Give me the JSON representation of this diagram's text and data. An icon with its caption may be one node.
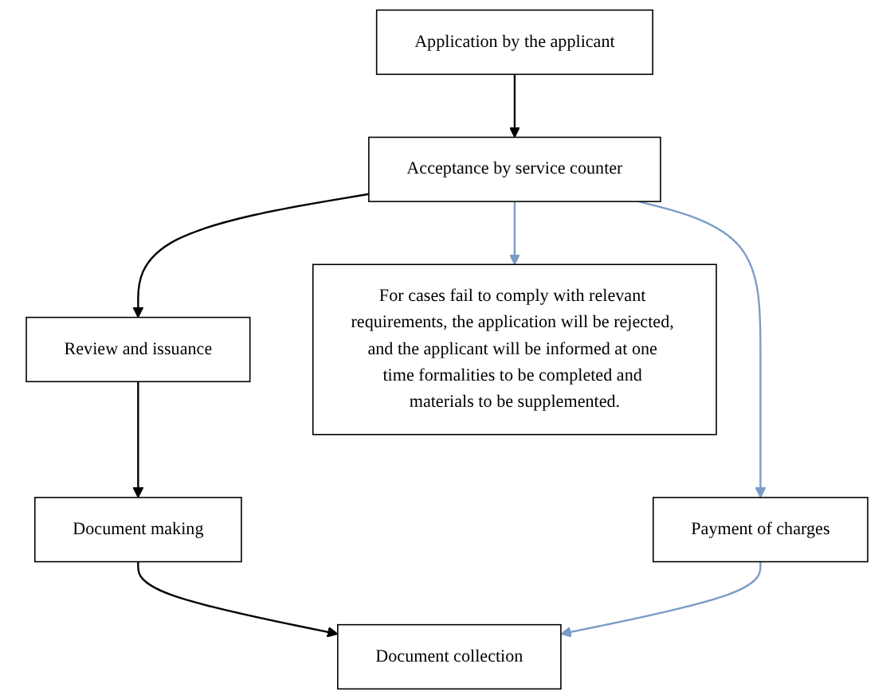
{
  "diagram": {
    "nodes": [
      {
        "text": [
          "Application by the applicant"
        ]
      },
      {
        "text": [
          "Acceptance by service counter"
        ]
      },
      {
        "text": [
          "Review and issuance"
        ]
      },
      {
        "text": [
          "Document making"
        ]
      },
      {
        "text": [
          "Document collection"
        ]
      },
      {
        "text": [
          "For cases fail to comply with relevant requirements, the application will be rejected, and the applicant will be informed at one time formalities to be completed and materials to be supplemented."
        ]
      },
      {
        "text": [
          "Payment of charges"
        ]
      }
    ],
    "edges": [
      {
        "from": 0,
        "to": 1,
        "arrow": "to"
      },
      {
        "from": 1,
        "to": 5,
        "arrow": "to",
        "color": "#7a9cc6"
      },
      {
        "from": 1,
        "to": 6,
        "arrow": "to",
        "color": "#7a9cc6"
      },
      {
        "from": 1,
        "to": 2,
        "arrow": "to"
      },
      {
        "from": 2,
        "to": 3,
        "arrow": "to"
      },
      {
        "from": 3,
        "to": 4,
        "arrow": "to"
      },
      {
        "from": 6,
        "to": 4,
        "arrow": "to",
        "color": "#7a9cc6"
      }
    ]
  }
}
